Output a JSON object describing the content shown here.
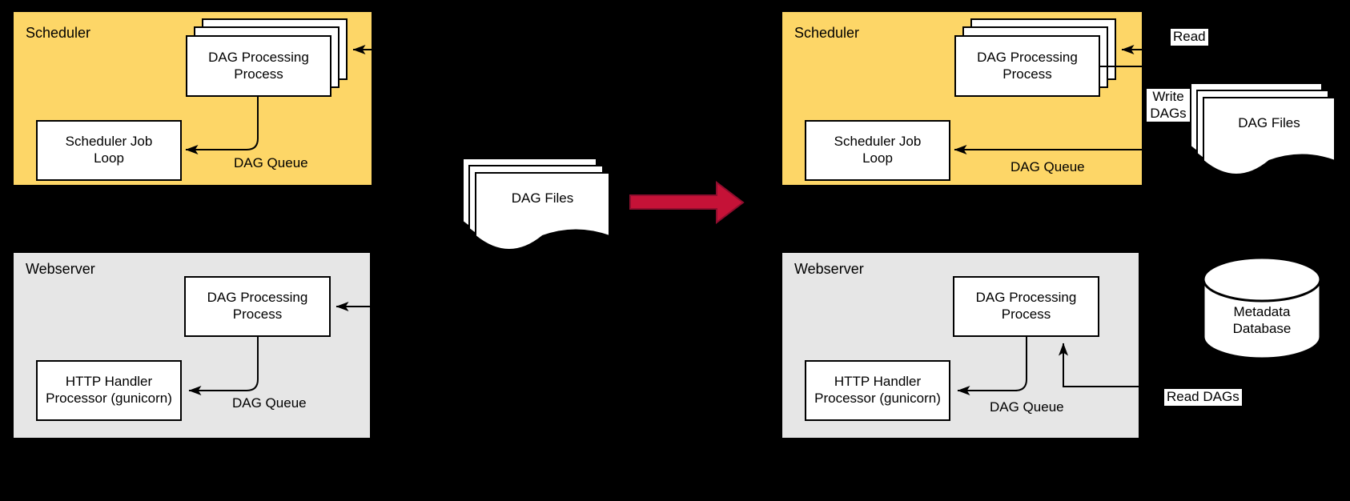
{
  "diagram": {
    "left": {
      "scheduler": {
        "title": "Scheduler",
        "dag_processing": "DAG Processing Process",
        "job_loop": "Scheduler Job Loop",
        "dag_queue": "DAG Queue"
      },
      "webserver": {
        "title": "Webserver",
        "dag_processing": "DAG Processing Process",
        "http_handler": "HTTP Handler Processor (gunicorn)",
        "dag_queue": "DAG Queue"
      },
      "dag_files": "DAG Files"
    },
    "right": {
      "scheduler": {
        "title": "Scheduler",
        "dag_processing": "DAG Processing Process",
        "job_loop": "Scheduler Job Loop",
        "dag_queue": "DAG Queue"
      },
      "webserver": {
        "title": "Webserver",
        "dag_processing": "DAG Processing Process",
        "http_handler": "HTTP Handler Processor (gunicorn)",
        "dag_queue": "DAG Queue"
      },
      "dag_files": "DAG Files",
      "metadata_db": "Metadata Database",
      "read_label": "Read",
      "write_dags_label": "Write DAGs",
      "read_dags_label": "Read DAGs"
    },
    "colors": {
      "background": "#000000",
      "scheduler_fill": "#FDD667",
      "webserver_fill": "#E6E6E6",
      "node_fill": "#FFFFFF",
      "line": "#000000",
      "transition_arrow": "#C51237"
    }
  }
}
